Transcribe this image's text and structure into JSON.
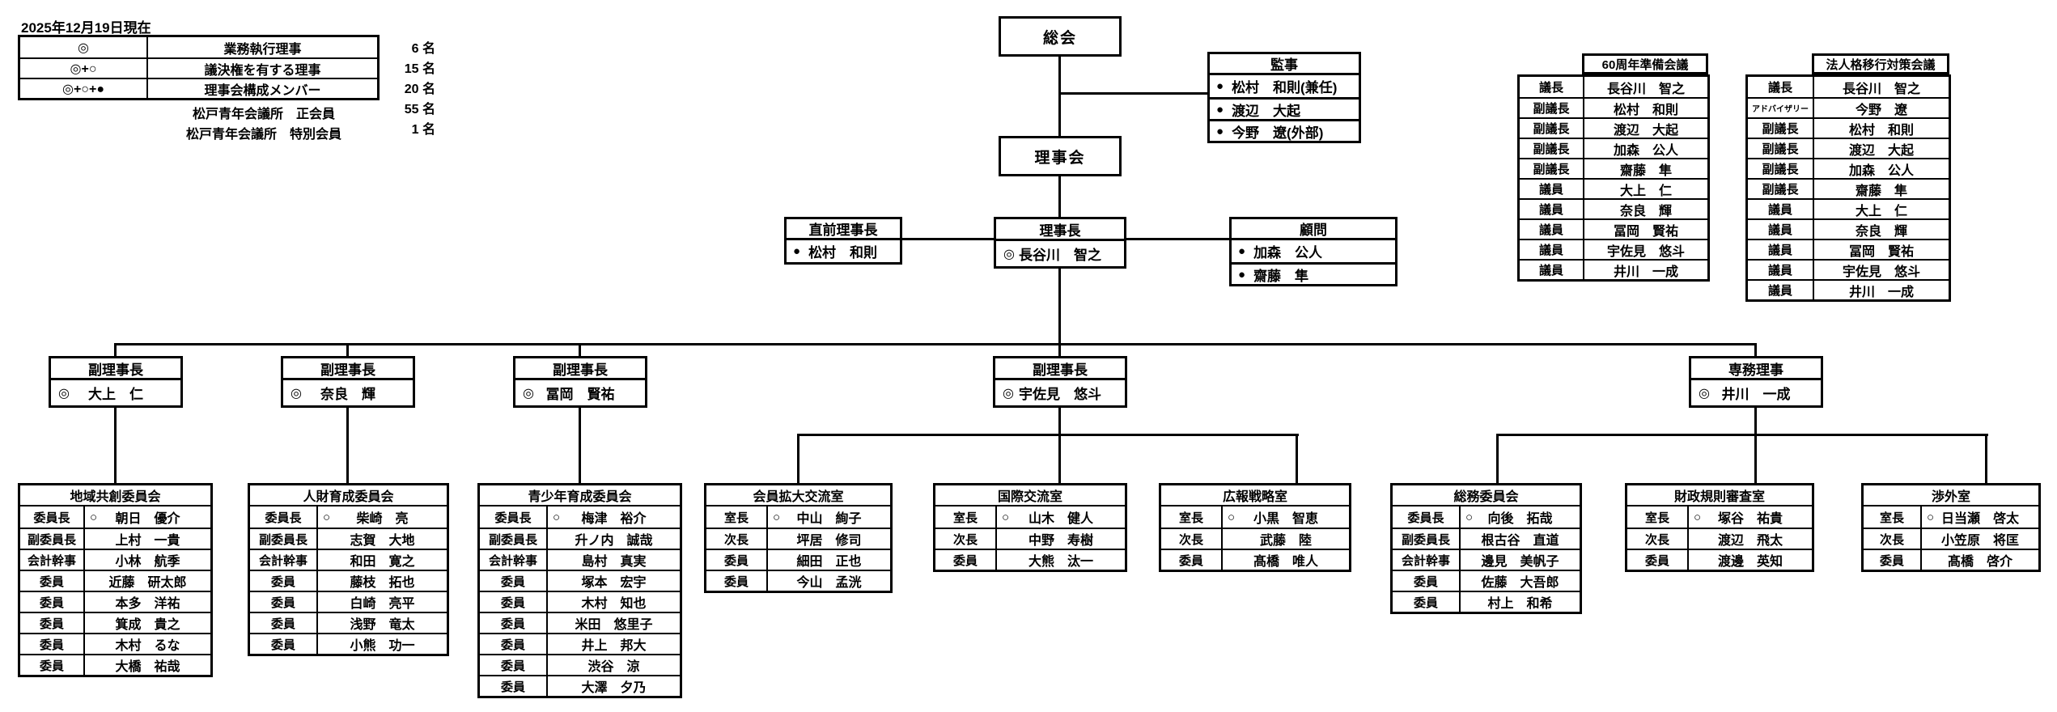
{
  "legend": {
    "date": "2025年12月19日現在",
    "rows": [
      {
        "symbol": "◎",
        "label": "業務執行理事",
        "count": "6 名"
      },
      {
        "symbol": "◎+○",
        "label": "議決権を有する理事",
        "count": "15 名"
      },
      {
        "symbol": "◎+○+●",
        "label": "理事会構成メンバー",
        "count": "20 名"
      }
    ],
    "extra": [
      {
        "label": "松戸青年会議所　正会員",
        "count": "55 名"
      },
      {
        "label": "松戸青年会議所　特別会員",
        "count": "1 名"
      }
    ]
  },
  "top": {
    "sokai": "総会",
    "rijikai": "理事会",
    "kanji": {
      "title": "監事",
      "members": [
        {
          "mark": "●",
          "name": "松村　和則(兼任)"
        },
        {
          "mark": "●",
          "name": "渡辺　大起"
        },
        {
          "mark": "●",
          "name": "今野　遼(外部)"
        }
      ]
    }
  },
  "exec": {
    "chokuzen": {
      "title": "直前理事長",
      "members": [
        {
          "mark": "●",
          "name": "松村　和則"
        }
      ]
    },
    "rijicho": {
      "title": "理事長",
      "mark": "◎",
      "name": "長谷川　智之"
    },
    "komon": {
      "title": "顧問",
      "members": [
        {
          "mark": "●",
          "name": "加森　公人"
        },
        {
          "mark": "●",
          "name": "齋藤　隼"
        }
      ]
    }
  },
  "councils": [
    {
      "title": "60周年準備会議",
      "rows": [
        {
          "role": "議長",
          "name": "長谷川　智之"
        },
        {
          "role": "副議長",
          "name": "松村　和則"
        },
        {
          "role": "副議長",
          "name": "渡辺　大起"
        },
        {
          "role": "副議長",
          "name": "加森　公人"
        },
        {
          "role": "副議長",
          "name": "齋藤　隼"
        },
        {
          "role": "議員",
          "name": "大上　仁"
        },
        {
          "role": "議員",
          "name": "奈良　輝"
        },
        {
          "role": "議員",
          "name": "冨岡　賢祐"
        },
        {
          "role": "議員",
          "name": "宇佐見　悠斗"
        },
        {
          "role": "議員",
          "name": "井川　一成"
        }
      ]
    },
    {
      "title": "法人格移行対策会議",
      "rows": [
        {
          "role": "議長",
          "name": "長谷川　智之"
        },
        {
          "role": "アドバイザリー",
          "name": "今野　遼"
        },
        {
          "role": "副議長",
          "name": "松村　和則"
        },
        {
          "role": "副議長",
          "name": "渡辺　大起"
        },
        {
          "role": "副議長",
          "name": "加森　公人"
        },
        {
          "role": "副議長",
          "name": "齋藤　隼"
        },
        {
          "role": "議員",
          "name": "大上　仁"
        },
        {
          "role": "議員",
          "name": "奈良　輝"
        },
        {
          "role": "議員",
          "name": "冨岡　賢祐"
        },
        {
          "role": "議員",
          "name": "宇佐見　悠斗"
        },
        {
          "role": "議員",
          "name": "井川　一成"
        }
      ]
    }
  ],
  "vps": [
    {
      "title": "副理事長",
      "mark": "◎",
      "name": "大上　仁"
    },
    {
      "title": "副理事長",
      "mark": "◎",
      "name": "奈良　輝"
    },
    {
      "title": "副理事長",
      "mark": "◎",
      "name": "冨岡　賢祐"
    },
    {
      "title": "副理事長",
      "mark": "◎",
      "name": "宇佐見　悠斗"
    },
    {
      "title": "専務理事",
      "mark": "◎",
      "name": "井川　一成"
    }
  ],
  "committees": [
    {
      "title": "地域共創委員会",
      "rows": [
        {
          "role": "委員長",
          "mark": "○",
          "name": "朝日　優介"
        },
        {
          "role": "副委員長",
          "name": "上村　一貴"
        },
        {
          "role": "会計幹事",
          "name": "小林　航季"
        },
        {
          "role": "委員",
          "name": "近藤　研太郎"
        },
        {
          "role": "委員",
          "name": "本多　洋祐"
        },
        {
          "role": "委員",
          "name": "箕成　貴之"
        },
        {
          "role": "委員",
          "name": "木村　るな"
        },
        {
          "role": "委員",
          "name": "大橋　祐哉"
        }
      ]
    },
    {
      "title": "人財育成委員会",
      "rows": [
        {
          "role": "委員長",
          "mark": "○",
          "name": "柴崎　亮"
        },
        {
          "role": "副委員長",
          "name": "志賀　大地"
        },
        {
          "role": "会計幹事",
          "name": "和田　寛之"
        },
        {
          "role": "委員",
          "name": "藤枝　拓也"
        },
        {
          "role": "委員",
          "name": "白崎　亮平"
        },
        {
          "role": "委員",
          "name": "浅野　竜太"
        },
        {
          "role": "委員",
          "name": "小熊　功一"
        }
      ]
    },
    {
      "title": "青少年育成委員会",
      "rows": [
        {
          "role": "委員長",
          "mark": "○",
          "name": "梅津　裕介"
        },
        {
          "role": "副委員長",
          "name": "升ノ内　誠哉"
        },
        {
          "role": "会計幹事",
          "name": "島村　真実"
        },
        {
          "role": "委員",
          "name": "塚本　宏宇"
        },
        {
          "role": "委員",
          "name": "木村　知也"
        },
        {
          "role": "委員",
          "name": "米田　悠里子"
        },
        {
          "role": "委員",
          "name": "井上　邦大"
        },
        {
          "role": "委員",
          "name": "渋谷　涼"
        },
        {
          "role": "委員",
          "name": "大澤　夕乃"
        }
      ]
    },
    {
      "title": "会員拡大交流室",
      "rows": [
        {
          "role": "室長",
          "mark": "○",
          "name": "中山　絢子"
        },
        {
          "role": "次長",
          "name": "坪居　修司"
        },
        {
          "role": "委員",
          "name": "細田　正也"
        },
        {
          "role": "委員",
          "name": "今山　孟洸"
        }
      ]
    },
    {
      "title": "国際交流室",
      "rows": [
        {
          "role": "室長",
          "mark": "○",
          "name": "山木　健人"
        },
        {
          "role": "次長",
          "name": "中野　寿樹"
        },
        {
          "role": "委員",
          "name": "大熊　汰一"
        }
      ]
    },
    {
      "title": "広報戦略室",
      "rows": [
        {
          "role": "室長",
          "mark": "○",
          "name": "小黒　智恵"
        },
        {
          "role": "次長",
          "name": "武藤　陸"
        },
        {
          "role": "委員",
          "name": "髙橋　唯人"
        }
      ]
    },
    {
      "title": "総務委員会",
      "rows": [
        {
          "role": "委員長",
          "mark": "○",
          "name": "向後　拓哉"
        },
        {
          "role": "副委員長",
          "name": "根古谷　直道"
        },
        {
          "role": "会計幹事",
          "name": "邊見　美帆子"
        },
        {
          "role": "委員",
          "name": "佐藤　大吾郎"
        },
        {
          "role": "委員",
          "name": "村上　和希"
        }
      ]
    },
    {
      "title": "財政規則審査室",
      "rows": [
        {
          "role": "室長",
          "mark": "○",
          "name": "塚谷　祐貴"
        },
        {
          "role": "次長",
          "name": "渡辺　飛太"
        },
        {
          "role": "委員",
          "name": "渡邊　英知"
        }
      ]
    },
    {
      "title": "渉外室",
      "rows": [
        {
          "role": "室長",
          "mark": "○",
          "name": "日当瀬　啓太"
        },
        {
          "role": "次長",
          "name": "小笠原　将匡"
        },
        {
          "role": "委員",
          "name": "髙橋　啓介"
        }
      ]
    }
  ]
}
